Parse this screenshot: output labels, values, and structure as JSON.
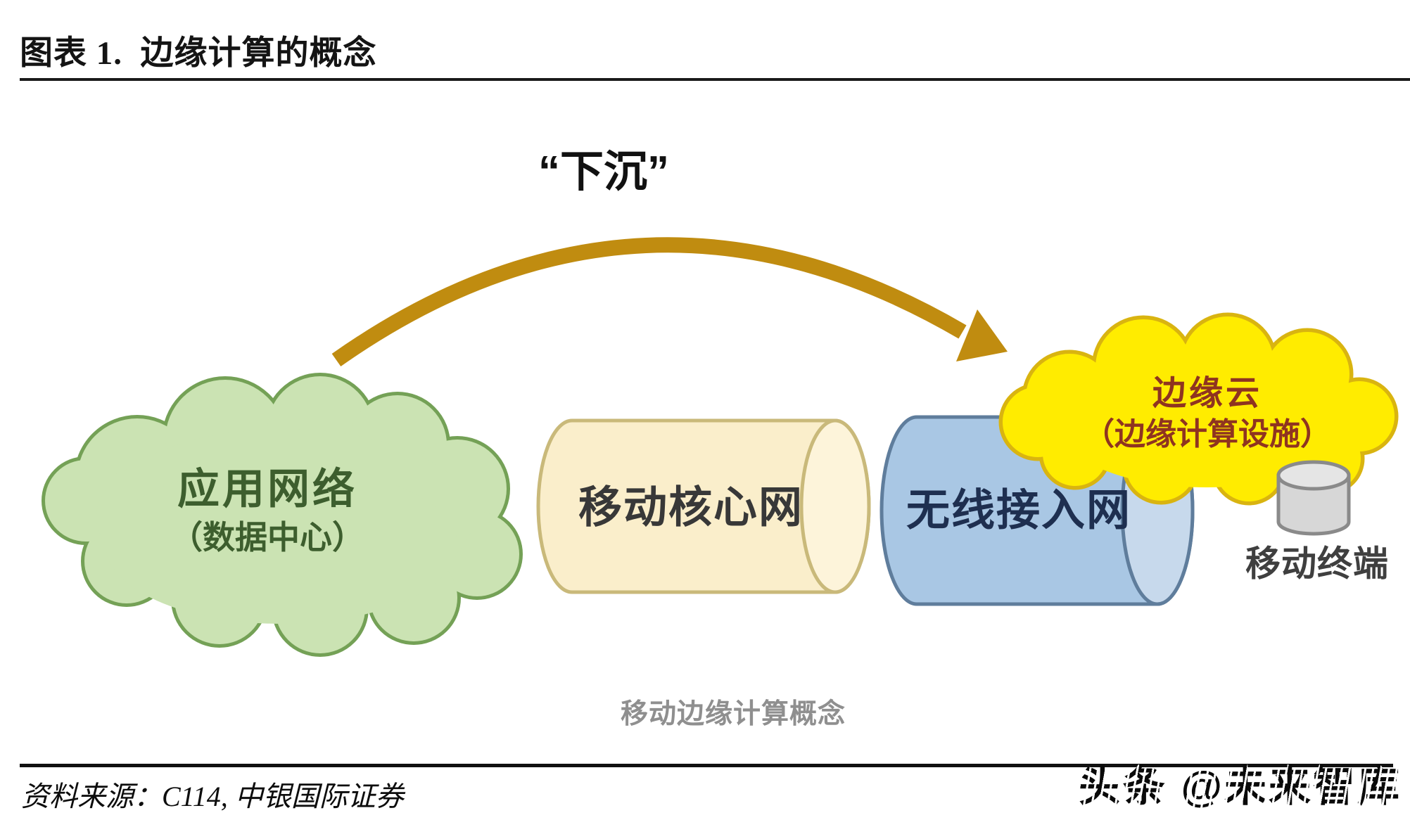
{
  "header": {
    "title": "图表 1.  边缘计算的概念"
  },
  "diagram": {
    "sink_label": "“下沉”",
    "nodes": {
      "app_network": {
        "line1": "应用网络",
        "line2": "（数据中心）"
      },
      "core_network": {
        "label": "移动核心网"
      },
      "access_network": {
        "label": "无线接入网"
      },
      "edge_cloud": {
        "line1": "边缘云",
        "line2": "（边缘计算设施）"
      },
      "mobile_terminal": {
        "label": "移动终端"
      }
    },
    "caption": "移动边缘计算概念"
  },
  "footer": {
    "source": "资料来源：C114, 中银国际证券",
    "watermark": "头条 @未来智库"
  },
  "colors": {
    "green_cloud_fill": "#cbe3b3",
    "green_cloud_border": "#74a156",
    "green_text": "#3d5e2e",
    "cream_cyl_fill": "#faeecb",
    "cream_cyl_border": "#c9b97a",
    "cream_cyl_lid": "#fdf4da",
    "blue_cyl_fill": "#a9c7e4",
    "blue_cyl_border": "#5f7d9c",
    "blue_cyl_lid": "#c7d9ec",
    "blue_text": "#1e2f50",
    "yellow_cloud_fill": "#ffec00",
    "yellow_cloud_border": "#d9b410",
    "red_text": "#8f3420",
    "gray_cyl_fill": "#d7d7d7",
    "gray_cyl_border": "#8a8a8a",
    "gray_cyl_lid": "#e5e5e5",
    "gray_text": "#3f3f3f",
    "dark_text": "#383838",
    "arrow": "#c08c10",
    "caption_gray": "#8f8f8f"
  }
}
